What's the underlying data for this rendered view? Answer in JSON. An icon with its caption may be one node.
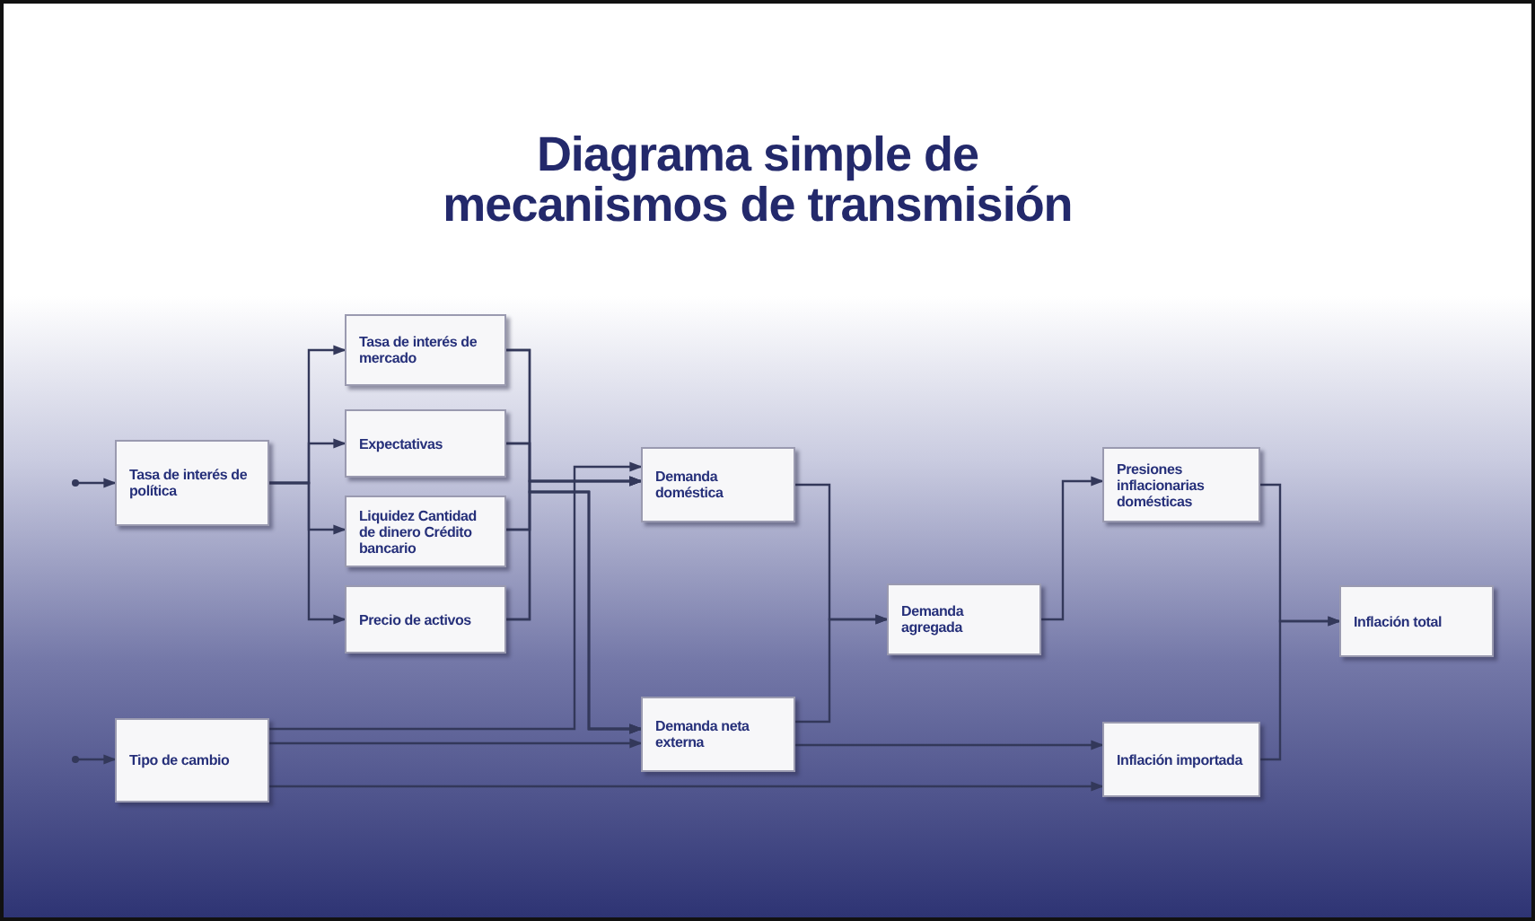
{
  "diagram": {
    "title": "Diagrama simple de mecanismos de transmisión",
    "nodes": [
      {
        "text": [
          "Tasa de interés de política"
        ]
      },
      {
        "text": [
          "Tasa de interés de mercado"
        ]
      },
      {
        "text": [
          "Expectativas"
        ]
      },
      {
        "text": [
          "Liquidez Cantidad de dinero Crédito bancario"
        ]
      },
      {
        "text": [
          "Precio de activos"
        ]
      },
      {
        "text": [
          "Demanda doméstica"
        ]
      },
      {
        "text": [
          "Demanda neta externa"
        ]
      },
      {
        "text": [
          "Demanda agregada"
        ]
      },
      {
        "text": [
          "Presiones inflacionarias domésticas"
        ]
      },
      {
        "text": [
          "Inflación total"
        ]
      },
      {
        "text": [
          "Tipo de cambio"
        ]
      },
      {
        "text": [
          "Inflación importada"
        ]
      }
    ],
    "edges": [
      {
        "from": null,
        "to": 0,
        "arrow": "to"
      },
      {
        "from": 0,
        "to": 1,
        "arrow": "to"
      },
      {
        "from": 0,
        "to": 2,
        "arrow": "to"
      },
      {
        "from": 0,
        "to": 3,
        "arrow": "to"
      },
      {
        "from": 0,
        "to": 4,
        "arrow": "to"
      },
      {
        "from": 1,
        "to": 5,
        "arrow": "to"
      },
      {
        "from": 2,
        "to": 5,
        "arrow": "to"
      },
      {
        "from": 3,
        "to": 5,
        "arrow": "to"
      },
      {
        "from": 4,
        "to": 5,
        "arrow": "to"
      },
      {
        "from": 1,
        "to": 6,
        "arrow": "to"
      },
      {
        "from": 2,
        "to": 6,
        "arrow": "to"
      },
      {
        "from": 3,
        "to": 6,
        "arrow": "to"
      },
      {
        "from": 4,
        "to": 6,
        "arrow": "to"
      },
      {
        "from": null,
        "to": 10,
        "arrow": "to"
      },
      {
        "from": 10,
        "to": 5,
        "arrow": "to"
      },
      {
        "from": 10,
        "to": 6,
        "arrow": "to"
      },
      {
        "from": 10,
        "to": 11,
        "arrow": "to"
      },
      {
        "from": 5,
        "to": 7,
        "arrow": "to"
      },
      {
        "from": 6,
        "to": 7,
        "arrow": "to"
      },
      {
        "from": 6,
        "to": 11,
        "arrow": "to"
      },
      {
        "from": 7,
        "to": 8,
        "arrow": "to"
      },
      {
        "from": 8,
        "to": 9,
        "arrow": "to"
      },
      {
        "from": 11,
        "to": 9,
        "arrow": "to"
      }
    ]
  }
}
